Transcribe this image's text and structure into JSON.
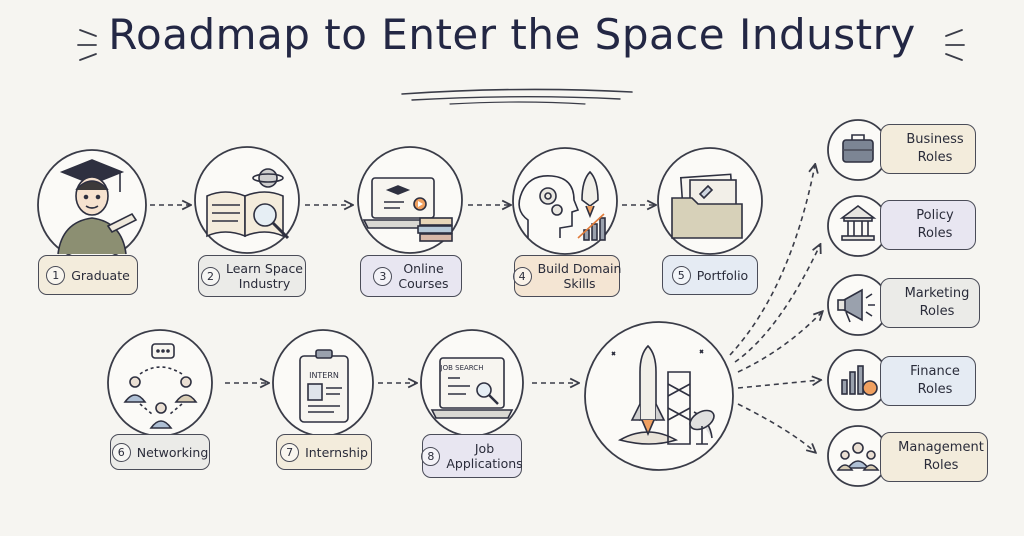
{
  "title": "Roadmap to Enter the Space Industry",
  "steps": [
    {
      "num": "1",
      "line1": "Graduate",
      "line2": "",
      "icon": "graduate-icon"
    },
    {
      "num": "2",
      "line1": "Learn Space",
      "line2": "Industry",
      "icon": "book-magnifier-icon"
    },
    {
      "num": "3",
      "line1": "Online",
      "line2": "Courses",
      "icon": "laptop-course-icon"
    },
    {
      "num": "4",
      "line1": "Build Domain",
      "line2": "Skills",
      "icon": "brain-gear-rocket-icon"
    },
    {
      "num": "5",
      "line1": "Portfolio",
      "line2": "",
      "icon": "folder-icon"
    },
    {
      "num": "6",
      "line1": "Networking",
      "line2": "",
      "icon": "network-people-icon"
    },
    {
      "num": "7",
      "line1": "Internship",
      "line2": "",
      "icon": "intern-badge-icon"
    },
    {
      "num": "8",
      "line1": "Job",
      "line2": "Applications",
      "icon": "job-search-laptop-icon"
    }
  ],
  "launch": {
    "icon": "rocket-launch-icon"
  },
  "roles": [
    {
      "line1": "Business",
      "line2": "Roles",
      "icon": "briefcase-icon"
    },
    {
      "line1": "Policy",
      "line2": "Roles",
      "icon": "government-building-icon"
    },
    {
      "line1": "Marketing",
      "line2": "Roles",
      "icon": "megaphone-icon"
    },
    {
      "line1": "Finance",
      "line2": "Roles",
      "icon": "finance-chart-icon"
    },
    {
      "line1": "Management",
      "line2": "Roles",
      "icon": "team-icon"
    }
  ],
  "job_screen_text": "JOB SEARCH",
  "intern_card_text": "INTERN"
}
